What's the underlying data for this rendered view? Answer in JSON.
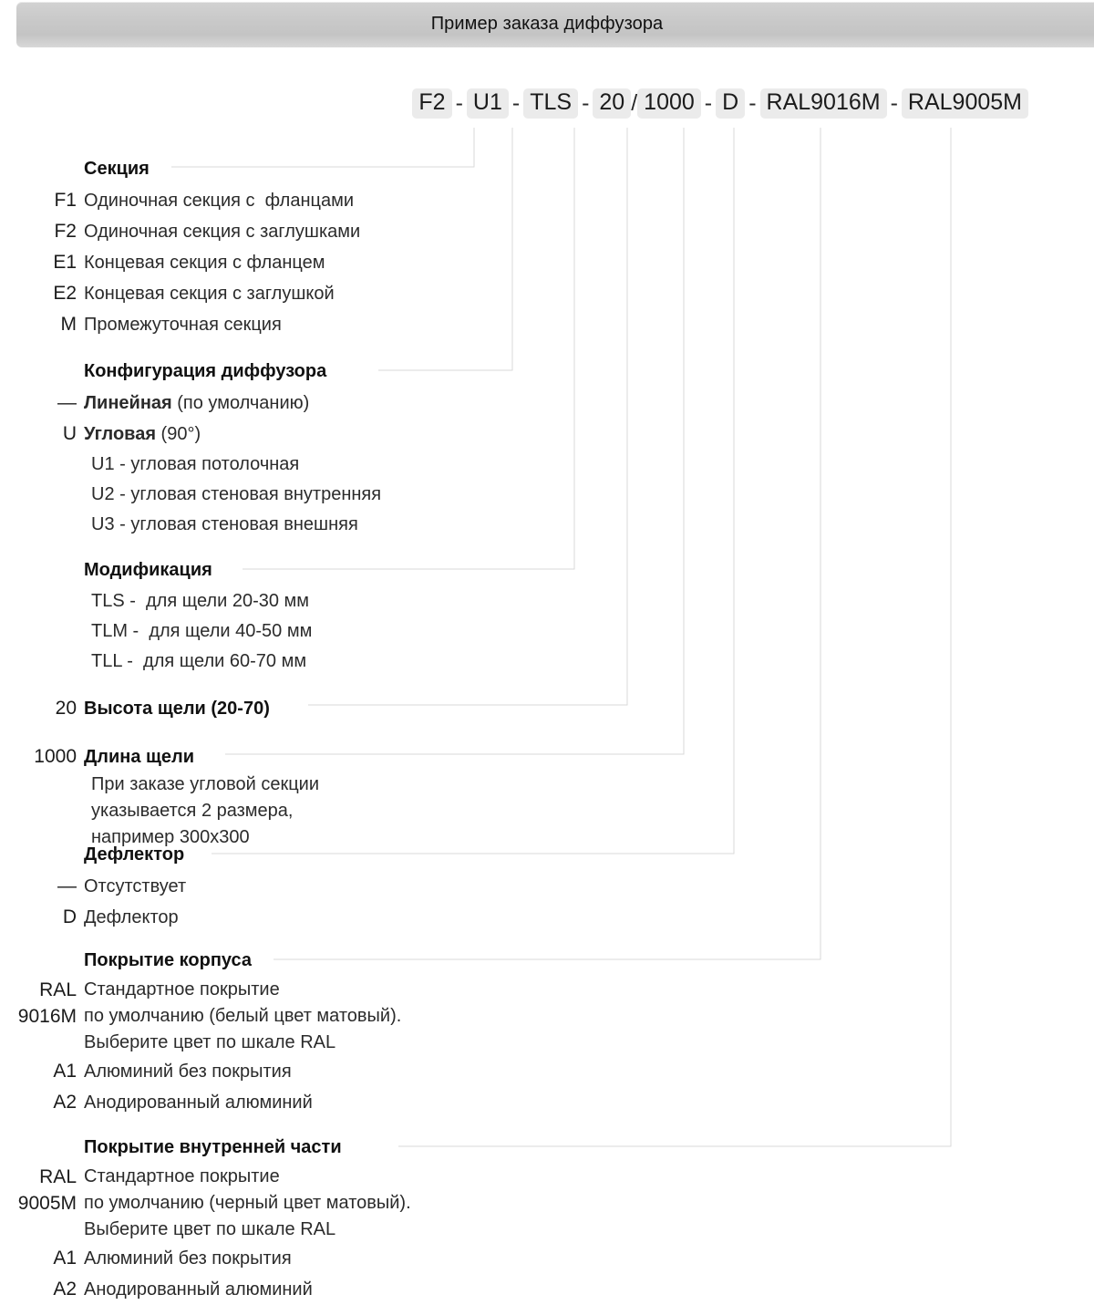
{
  "header": {
    "title": "Пример заказа диффузора"
  },
  "code": {
    "tokens": [
      "F2",
      "U1",
      "TLS",
      "20",
      "1000",
      "D",
      "RAL9016M",
      "RAL9005M"
    ],
    "separator": "-",
    "slash": "/"
  },
  "blocks": [
    {
      "id": "section",
      "title": "Секция",
      "rows": [
        {
          "code": "F1",
          "desc": "Одиночная секция с  фланцами"
        },
        {
          "code": "F2",
          "desc": "Одиночная секция с заглушками"
        },
        {
          "code": "E1",
          "desc": "Концевая секция с фланцем"
        },
        {
          "code": "E2",
          "desc": "Концевая секция с заглушкой"
        },
        {
          "code": "M",
          "desc": "Промежуточная секция"
        }
      ]
    },
    {
      "id": "configuration",
      "title": "Конфигурация диффузора",
      "rows": [
        {
          "code": "—",
          "desc_bold": "Линейная",
          "desc": " (по умолчанию)"
        },
        {
          "code": "U",
          "desc_bold": "Угловая",
          "desc": " (90°)"
        }
      ],
      "sub_rows": [
        "U1 - угловая потолочная",
        "U2 - угловая стеновая внутренняя",
        "U3 - угловая стеновая внешняя"
      ]
    },
    {
      "id": "modification",
      "title": "Модификация",
      "sub_rows": [
        "TLS -  для щели 20-30 мм",
        "TLM -  для щели 40-50 мм",
        "TLL -  для щели 60-70 мм"
      ]
    },
    {
      "id": "slot-height",
      "code": "20",
      "title": "Высота щели (20-70)"
    },
    {
      "id": "slot-length",
      "code": "1000",
      "title": "Длина щели",
      "note": "При заказе угловой секции\nуказывается 2 размера,\nнапример 300х300"
    },
    {
      "id": "deflector",
      "title": "Дефлектор",
      "rows": [
        {
          "code": "—",
          "desc": "Отсутствует"
        },
        {
          "code": "D",
          "desc": "Дефлектор"
        }
      ]
    },
    {
      "id": "body-coating",
      "title": "Покрытие корпуса",
      "code_line1": "RAL",
      "code_line2": "9016M",
      "note": "Стандартное покрытие\nпо умолчанию (белый цвет матовый).\nВыберите цвет по шкале RAL",
      "rows": [
        {
          "code": "A1",
          "desc": "Алюминий без покрытия"
        },
        {
          "code": "A2",
          "desc": "Анодированный алюминий"
        }
      ]
    },
    {
      "id": "inner-coating",
      "title": "Покрытие внутренней части",
      "code_line1": "RAL",
      "code_line2": "9005M",
      "note": "Стандартное покрытие\nпо умолчанию (черный цвет матовый).\nВыберите цвет по шкале RAL",
      "rows": [
        {
          "code": "A1",
          "desc": "Алюминий без покрытия"
        },
        {
          "code": "A2",
          "desc": "Анодированный алюминий"
        }
      ]
    }
  ],
  "colors": {
    "header_gradient_start": "#d2d2d2",
    "header_gradient_end": "#d8d8d8",
    "token_background": "#ebebeb",
    "line": "#d8d8d8",
    "text": "#1b1b1b"
  }
}
